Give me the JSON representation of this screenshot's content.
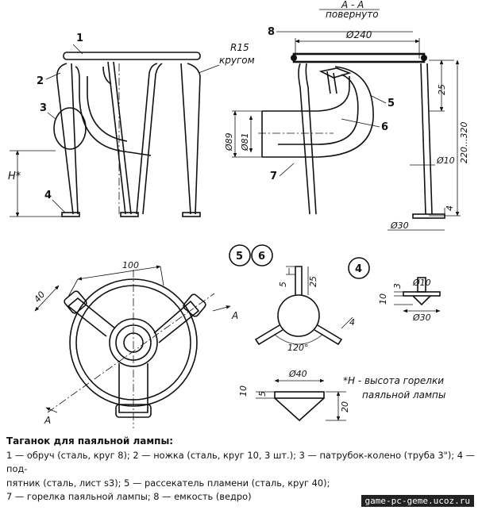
{
  "section_title": "А - А",
  "section_subtitle": "повернуто",
  "radius_label": "R15",
  "radius_sub": "кругом",
  "dims": {
    "d240": "Ø240",
    "d89": "Ø89",
    "d81": "Ø81",
    "d10": "Ø10",
    "d30": "Ø30",
    "h25": "25",
    "h220": "220...320",
    "h4": "4",
    "hstar": "H*",
    "l100": "100",
    "l40": "40",
    "s5": "5",
    "s25": "25",
    "s4": "4",
    "a120": "120°",
    "d40": "Ø40",
    "h10": "10",
    "h5": "5",
    "h20": "20",
    "f10": "10",
    "f3": "3",
    "fd10": "Ø10",
    "fd30": "Ø30"
  },
  "callouts": {
    "c1": "1",
    "c2": "2",
    "c3": "3",
    "c4": "4",
    "c5": "5",
    "c6": "6",
    "c7": "7",
    "c8": "8",
    "circle5": "5",
    "circle6": "6",
    "circle4": "4",
    "a_top": "A",
    "a_bottom": "A"
  },
  "note": "*H - высота горелки паяльной лампы",
  "note_line1": "*H - высота горелки",
  "note_line2": "паяльной лампы",
  "caption": {
    "title": "Таганок для паяльной лампы:",
    "line1": "1 — обруч (сталь, круг 8); 2 — ножка (сталь, круг 10, 3 шт.); 3 — патрубок-колено (труба 3\"); 4 — под-",
    "line2": "пятник (сталь, лист s3); 5 — рассекатель пламени (сталь, круг 40);",
    "line3": "7 — горелка паяльной лампы; 8 — емкость (ведро)"
  },
  "watermark": "game-pc-geme.ucoz.ru"
}
